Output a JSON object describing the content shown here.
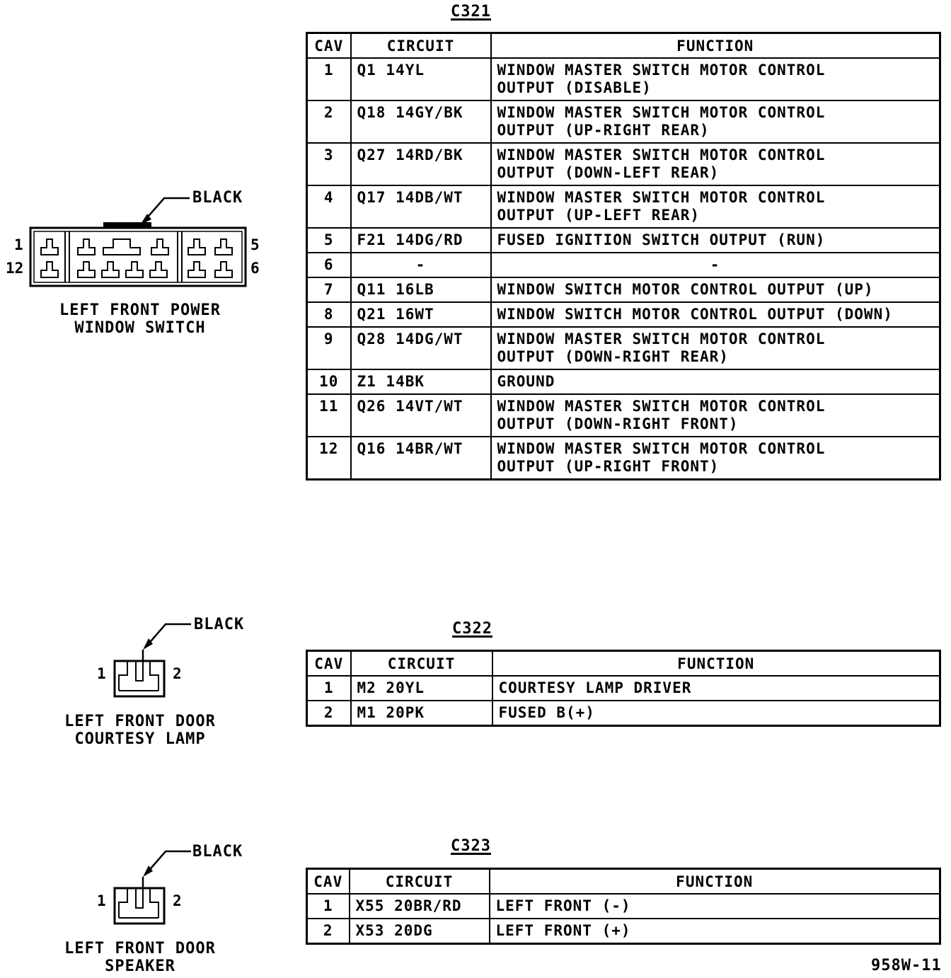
{
  "connectors": [
    {
      "id": "C321",
      "name_lines": [
        "LEFT FRONT POWER",
        "WINDOW SWITCH"
      ],
      "color_label": "BLACK",
      "pin_labels": [
        "1",
        "12",
        "5",
        "6"
      ],
      "headers": [
        "CAV",
        "CIRCUIT",
        "FUNCTION"
      ],
      "rows": [
        {
          "cav": "1",
          "circuit": "Q1 14YL",
          "function": [
            "WINDOW MASTER SWITCH MOTOR CONTROL",
            "OUTPUT (DISABLE)"
          ]
        },
        {
          "cav": "2",
          "circuit": "Q18 14GY/BK",
          "function": [
            "WINDOW MASTER SWITCH MOTOR CONTROL",
            "OUTPUT (UP-RIGHT REAR)"
          ]
        },
        {
          "cav": "3",
          "circuit": "Q27 14RD/BK",
          "function": [
            "WINDOW MASTER SWITCH MOTOR CONTROL",
            "OUTPUT (DOWN-LEFT REAR)"
          ]
        },
        {
          "cav": "4",
          "circuit": "Q17 14DB/WT",
          "function": [
            "WINDOW MASTER SWITCH MOTOR CONTROL",
            "OUTPUT (UP-LEFT REAR)"
          ]
        },
        {
          "cav": "5",
          "circuit": "F21 14DG/RD",
          "function": [
            "FUSED IGNITION SWITCH OUTPUT (RUN)"
          ]
        },
        {
          "cav": "6",
          "circuit": "-",
          "function": [
            "-"
          ]
        },
        {
          "cav": "7",
          "circuit": "Q11 16LB",
          "function": [
            "WINDOW SWITCH MOTOR CONTROL OUTPUT (UP)"
          ]
        },
        {
          "cav": "8",
          "circuit": "Q21 16WT",
          "function": [
            "WINDOW SWITCH MOTOR CONTROL OUTPUT (DOWN)"
          ]
        },
        {
          "cav": "9",
          "circuit": "Q28 14DG/WT",
          "function": [
            "WINDOW MASTER SWITCH MOTOR CONTROL",
            "OUTPUT (DOWN-RIGHT REAR)"
          ]
        },
        {
          "cav": "10",
          "circuit": "Z1 14BK",
          "function": [
            "GROUND"
          ]
        },
        {
          "cav": "11",
          "circuit": "Q26 14VT/WT",
          "function": [
            "WINDOW MASTER SWITCH MOTOR CONTROL",
            "OUTPUT (DOWN-RIGHT FRONT)"
          ]
        },
        {
          "cav": "12",
          "circuit": "Q16 14BR/WT",
          "function": [
            "WINDOW MASTER SWITCH MOTOR CONTROL",
            "OUTPUT (UP-RIGHT FRONT)"
          ]
        }
      ]
    },
    {
      "id": "C322",
      "name_lines": [
        "LEFT FRONT DOOR",
        "COURTESY LAMP"
      ],
      "color_label": "BLACK",
      "pin_labels": [
        "1",
        "2"
      ],
      "headers": [
        "CAV",
        "CIRCUIT",
        "FUNCTION"
      ],
      "rows": [
        {
          "cav": "1",
          "circuit": "M2 20YL",
          "function": [
            "COURTESY LAMP DRIVER"
          ]
        },
        {
          "cav": "2",
          "circuit": "M1 20PK",
          "function": [
            "FUSED B(+)"
          ]
        }
      ]
    },
    {
      "id": "C323",
      "name_lines": [
        "LEFT FRONT DOOR",
        "SPEAKER"
      ],
      "color_label": "BLACK",
      "pin_labels": [
        "1",
        "2"
      ],
      "headers": [
        "CAV",
        "CIRCUIT",
        "FUNCTION"
      ],
      "rows": [
        {
          "cav": "1",
          "circuit": "X55 20BR/RD",
          "function": [
            "LEFT FRONT (-)"
          ]
        },
        {
          "cav": "2",
          "circuit": "X53 20DG",
          "function": [
            "LEFT FRONT (+)"
          ]
        }
      ]
    }
  ],
  "drawing_code": "958W-11"
}
